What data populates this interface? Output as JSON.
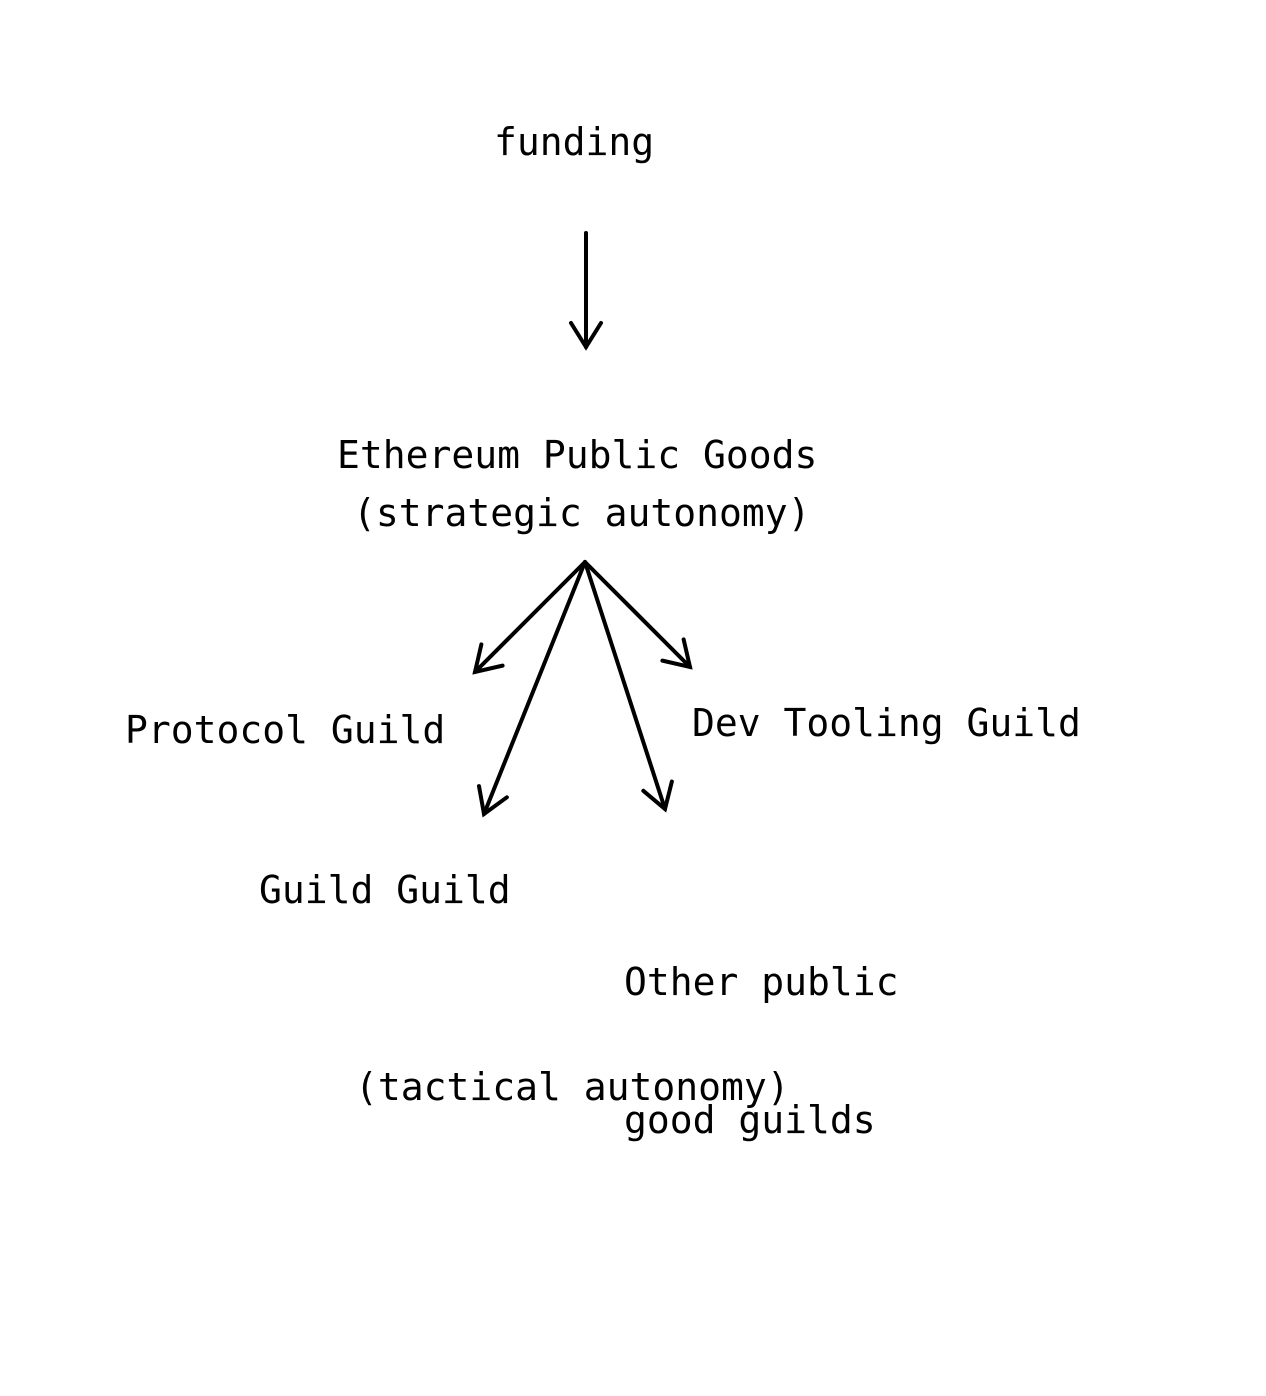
{
  "diagram": {
    "colors": {
      "background": "#ffffff",
      "ink": "#000000"
    },
    "nodes": {
      "funding": {
        "label": "funding"
      },
      "ethereum_public_goods": {
        "label": "Ethereum Public Goods",
        "sublabel": "(strategic autonomy)"
      },
      "protocol_guild": {
        "label": "Protocol Guild"
      },
      "dev_tooling_guild": {
        "label": "Dev Tooling Guild"
      },
      "guild_guild": {
        "label": "Guild Guild"
      },
      "other_public_good_guilds": {
        "label_line1": "Other public",
        "label_line2": "good guilds"
      },
      "tactical_note": {
        "label": "(tactical autonomy)"
      }
    },
    "edges": [
      {
        "from": "funding",
        "to": "ethereum_public_goods"
      },
      {
        "from": "ethereum_public_goods",
        "to": "protocol_guild"
      },
      {
        "from": "ethereum_public_goods",
        "to": "dev_tooling_guild"
      },
      {
        "from": "ethereum_public_goods",
        "to": "guild_guild"
      },
      {
        "from": "ethereum_public_goods",
        "to": "other_public_good_guilds"
      }
    ]
  }
}
